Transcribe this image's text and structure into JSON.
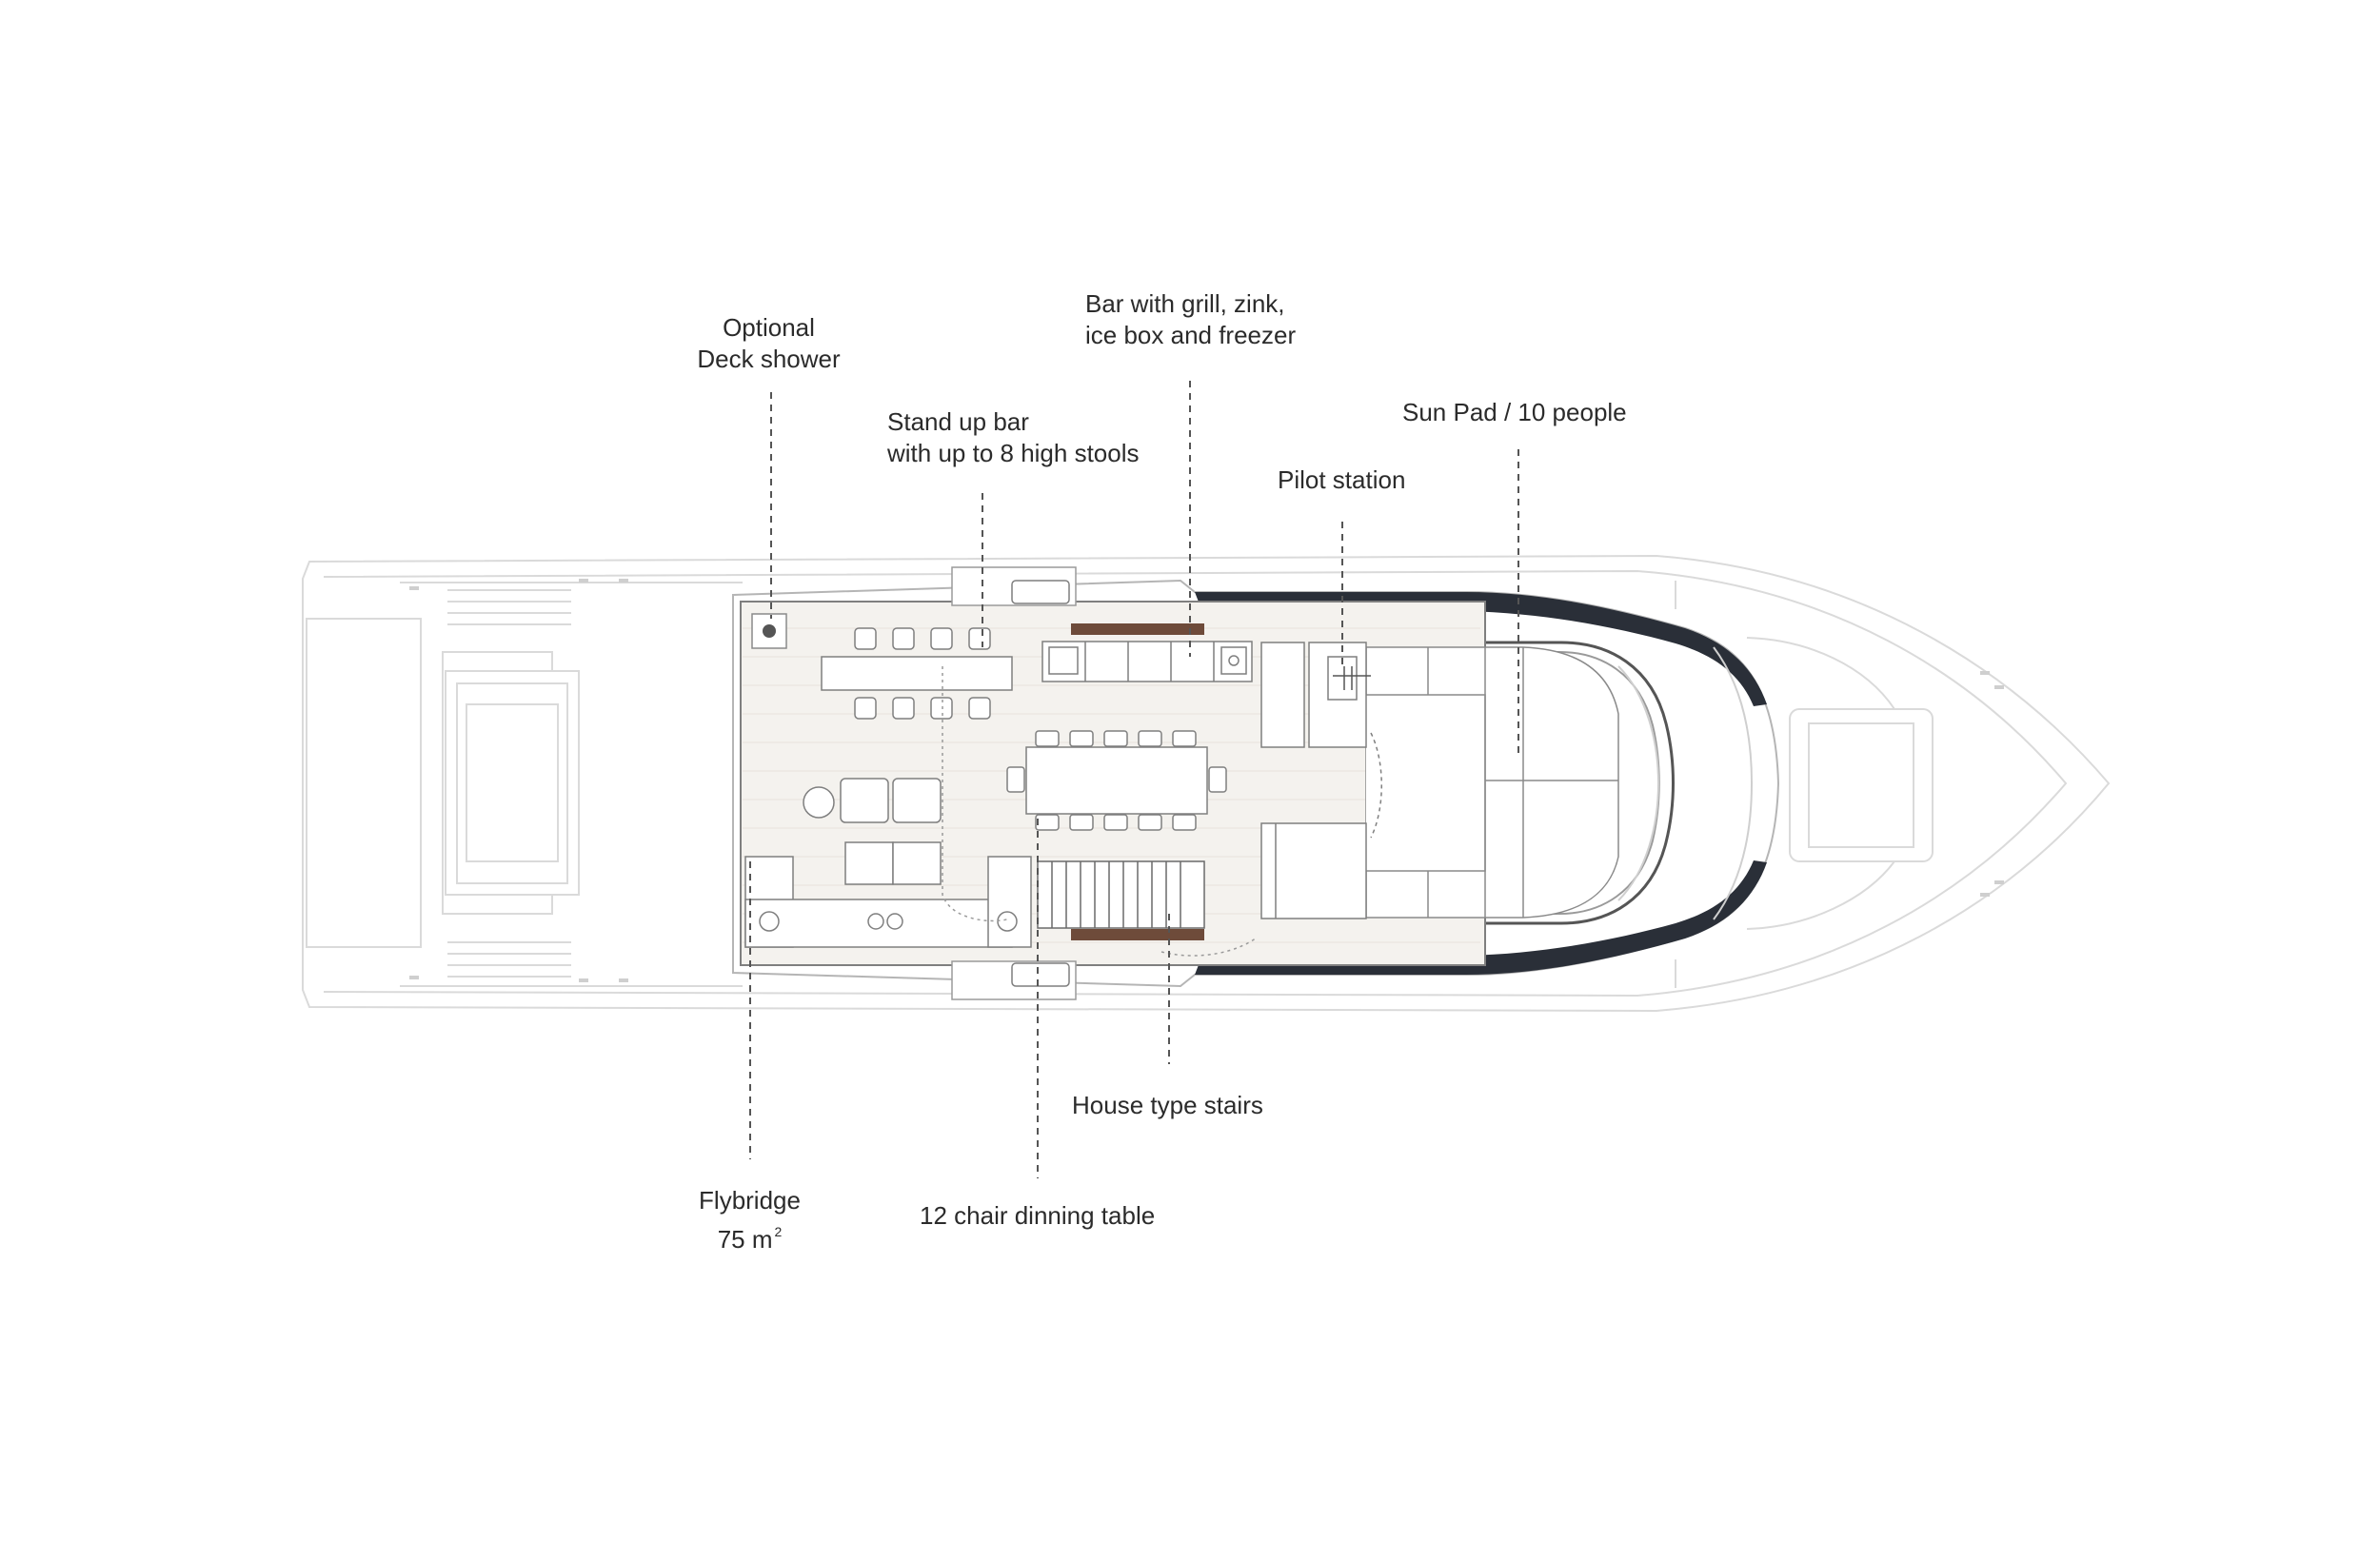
{
  "diagram": {
    "labels": {
      "deck_shower": [
        "Optional",
        "Deck shower"
      ],
      "stand_up_bar": [
        "Stand up bar",
        "with up to 8 high stools"
      ],
      "grill_bar": [
        "Bar with grill, zink,",
        "ice box and freezer"
      ],
      "pilot_station": "Pilot station",
      "sun_pad": "Sun Pad / 10 people",
      "flybridge": "Flybridge",
      "flybridge_area_value": "75 m",
      "flybridge_area_sup": "2",
      "dining_table": "12 chair dinning table",
      "stairs": "House type stairs"
    },
    "colors": {
      "hull_line": "#d9d9d9",
      "deck_line": "#9a9a9a",
      "deck_fill": "#f4f2ee",
      "rail_dark": "#2a2f38",
      "wood_accent": "#6e4b3a",
      "leader": "#555555",
      "text": "#2b2b2b"
    }
  }
}
